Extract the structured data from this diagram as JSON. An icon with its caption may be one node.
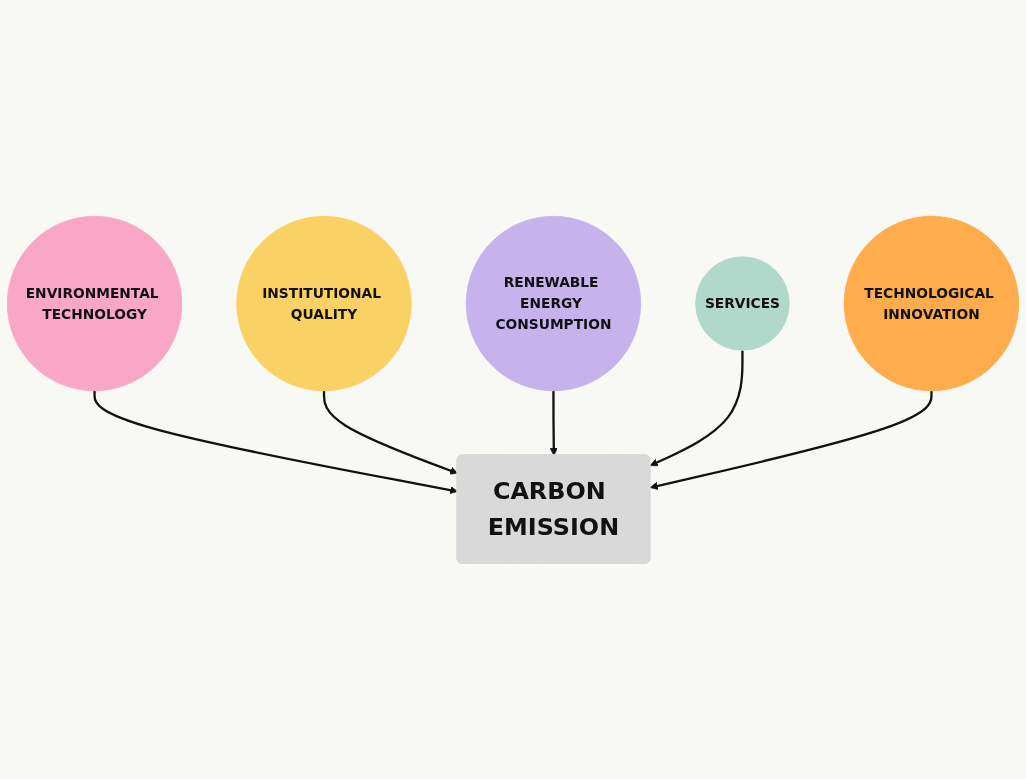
{
  "diagram": {
    "nodes": [
      {
        "text": [
          "ENVIRONMENTAL TECHNOLOGY"
        ]
      },
      {
        "text": [
          "INSTITUTIONAL QUALITY"
        ]
      },
      {
        "text": [
          "RENEWABLE ENERGY CONSUMPTION"
        ]
      },
      {
        "text": [
          "CARBON EMISSION"
        ]
      },
      {
        "text": [
          "SERVICES"
        ]
      },
      {
        "text": [
          "TECHNOLOGICAL INNOVATION"
        ]
      }
    ],
    "edges": [
      {
        "from": 0,
        "to": 3,
        "arrow": "to"
      },
      {
        "from": 1,
        "to": 3,
        "arrow": "to"
      },
      {
        "from": 2,
        "to": 3,
        "arrow": "to"
      },
      {
        "from": 4,
        "to": 3,
        "arrow": "to"
      },
      {
        "from": 5,
        "to": 3,
        "arrow": "to"
      }
    ]
  }
}
